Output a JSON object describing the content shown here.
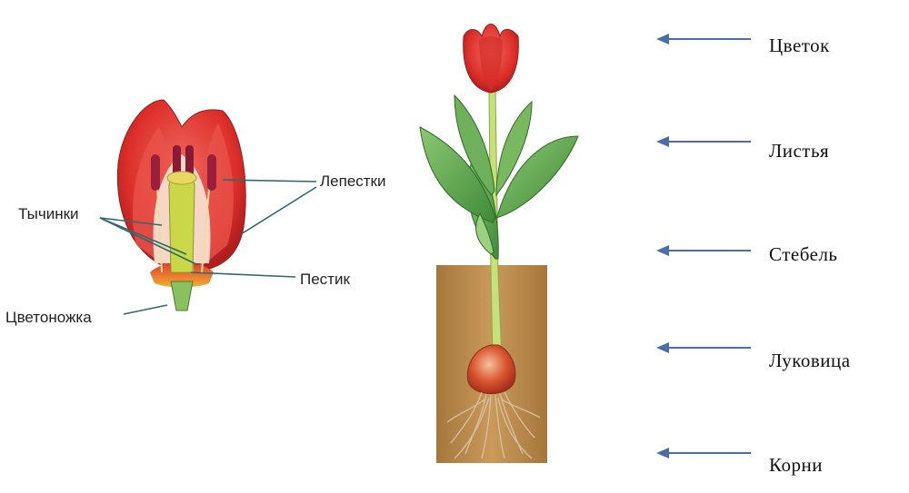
{
  "flower_section": {
    "labels": {
      "petals": "Лепестки",
      "stamens": "Тычинки",
      "pistil": "Пестик",
      "pedicel": "Цветоножка"
    }
  },
  "plant_parts": [
    {
      "label": "Цветок"
    },
    {
      "label": "Листья"
    },
    {
      "label": "Стебель"
    },
    {
      "label": "Луковица"
    },
    {
      "label": "Корни"
    }
  ],
  "colors": {
    "arrow": "#4a6ea8",
    "leader_line": "#2e6a6a",
    "petal": "#e03a30",
    "leaf": "#5aa04a",
    "soil": "#b9894a"
  }
}
